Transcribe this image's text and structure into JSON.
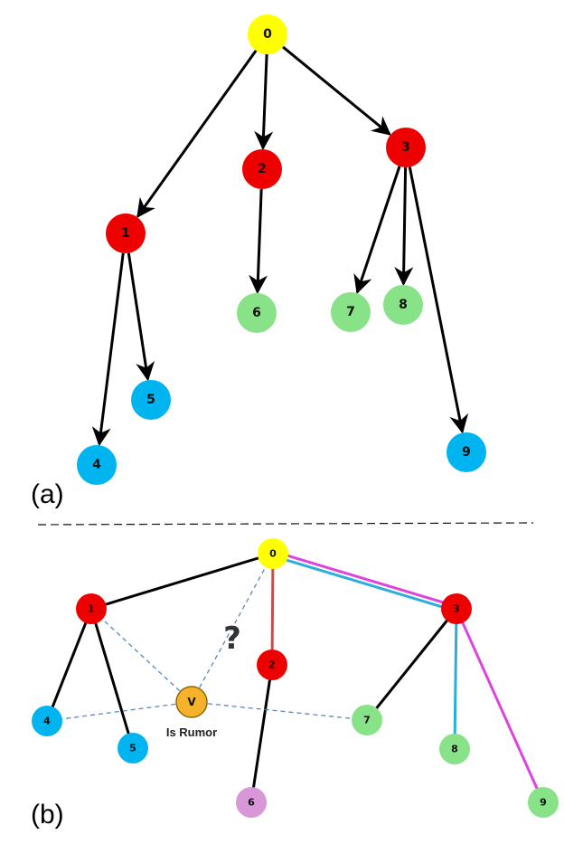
{
  "colors": {
    "root": "#ffff00",
    "red": "#ee0000",
    "green": "#88e288",
    "blue": "#00b4f0",
    "purple": "#d898d8",
    "rumor": "#f5b22a",
    "edge": "#000000",
    "dashed": "#5b86c0",
    "blue_path": "#2aaedc",
    "magenta_path": "#dd44dd",
    "red_path": "#c05050"
  },
  "panel_a": {
    "label": "(a)",
    "nodes": [
      {
        "id": "0",
        "color": "root"
      },
      {
        "id": "1",
        "color": "red"
      },
      {
        "id": "2",
        "color": "red"
      },
      {
        "id": "3",
        "color": "red"
      },
      {
        "id": "4",
        "color": "blue"
      },
      {
        "id": "5",
        "color": "blue"
      },
      {
        "id": "6",
        "color": "green"
      },
      {
        "id": "7",
        "color": "green"
      },
      {
        "id": "8",
        "color": "green"
      },
      {
        "id": "9",
        "color": "blue"
      }
    ],
    "edges": [
      {
        "from": "0",
        "to": "1"
      },
      {
        "from": "0",
        "to": "2"
      },
      {
        "from": "0",
        "to": "3"
      },
      {
        "from": "1",
        "to": "4"
      },
      {
        "from": "1",
        "to": "5"
      },
      {
        "from": "2",
        "to": "6"
      },
      {
        "from": "3",
        "to": "7"
      },
      {
        "from": "3",
        "to": "8"
      },
      {
        "from": "3",
        "to": "9"
      }
    ]
  },
  "panel_b": {
    "label": "(b)",
    "question_mark": "?",
    "virtual_node": {
      "id": "V",
      "caption": "Is Rumor",
      "color": "rumor"
    },
    "nodes": [
      {
        "id": "0",
        "color": "root"
      },
      {
        "id": "1",
        "color": "red"
      },
      {
        "id": "2",
        "color": "red"
      },
      {
        "id": "3",
        "color": "red"
      },
      {
        "id": "4",
        "color": "blue"
      },
      {
        "id": "5",
        "color": "blue"
      },
      {
        "id": "6",
        "color": "purple"
      },
      {
        "id": "7",
        "color": "green"
      },
      {
        "id": "8",
        "color": "green"
      },
      {
        "id": "9",
        "color": "green"
      }
    ],
    "edges": [
      {
        "from": "0",
        "to": "1",
        "style": "solid"
      },
      {
        "from": "0",
        "to": "2",
        "style": "red_path"
      },
      {
        "from": "0",
        "to": "3",
        "style": "blue_magenta"
      },
      {
        "from": "1",
        "to": "4",
        "style": "solid"
      },
      {
        "from": "1",
        "to": "5",
        "style": "solid"
      },
      {
        "from": "2",
        "to": "6",
        "style": "solid"
      },
      {
        "from": "3",
        "to": "7",
        "style": "solid"
      },
      {
        "from": "3",
        "to": "8",
        "style": "blue_path"
      },
      {
        "from": "3",
        "to": "9",
        "style": "magenta_path"
      },
      {
        "from": "V",
        "to": "0",
        "style": "dashed"
      },
      {
        "from": "V",
        "to": "1",
        "style": "dashed"
      },
      {
        "from": "V",
        "to": "4",
        "style": "dashed"
      },
      {
        "from": "V",
        "to": "7",
        "style": "dashed"
      }
    ]
  }
}
